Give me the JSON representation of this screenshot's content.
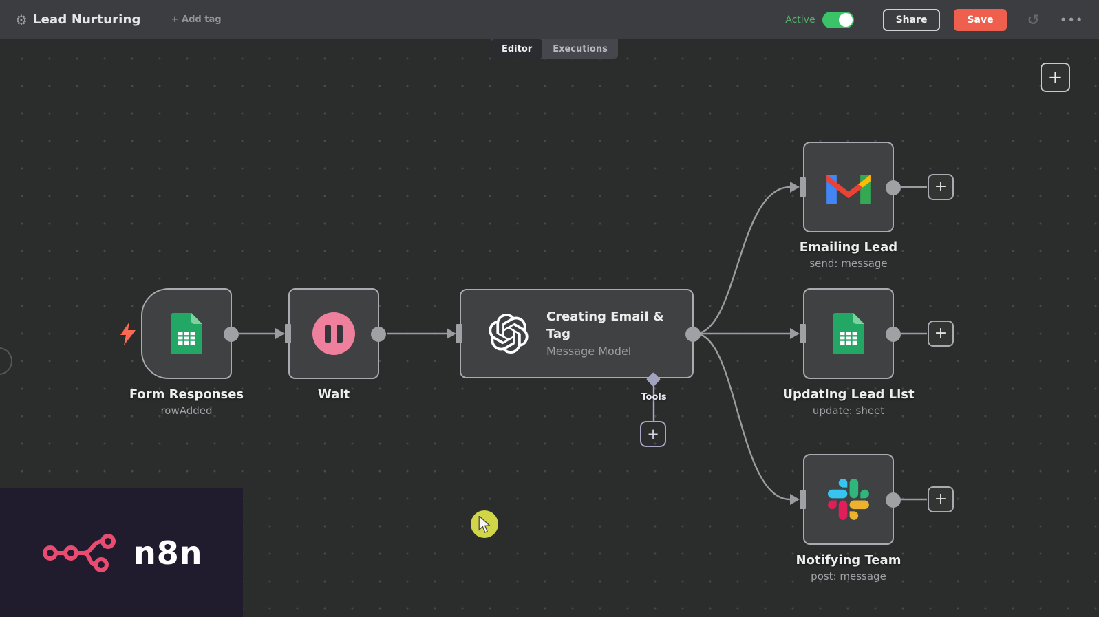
{
  "header": {
    "workflow_title": "Lead Nurturing",
    "add_tag": "+ Add tag",
    "active_label": "Active",
    "share": "Share",
    "save": "Save"
  },
  "icons": {
    "gear": "⚙",
    "history": "↺",
    "more": "•••"
  },
  "tabs": {
    "editor": "Editor",
    "executions": "Executions"
  },
  "canvas": {
    "plus": "+",
    "tools_label": "Tools",
    "nodes": {
      "form": {
        "title": "Form Responses",
        "subtitle": "rowAdded"
      },
      "wait": {
        "title": "Wait"
      },
      "openai": {
        "title": "Creating Email & Tag",
        "subtitle": "Message Model"
      },
      "gmail": {
        "title": "Emailing Lead",
        "subtitle": "send: message"
      },
      "sheets": {
        "title": "Updating Lead List",
        "subtitle": "update: sheet"
      },
      "slack": {
        "title": "Notifying Team",
        "subtitle": "post: message"
      }
    }
  },
  "logo": {
    "text": "n8n"
  },
  "colors": {
    "brand_pink": "#ea4b71",
    "save_button": "#ee5f4e",
    "active_green": "#55b06a",
    "toggle_on": "#3ac368",
    "canvas_bg": "#2b2d2c",
    "header_bg": "#3c3d41"
  }
}
